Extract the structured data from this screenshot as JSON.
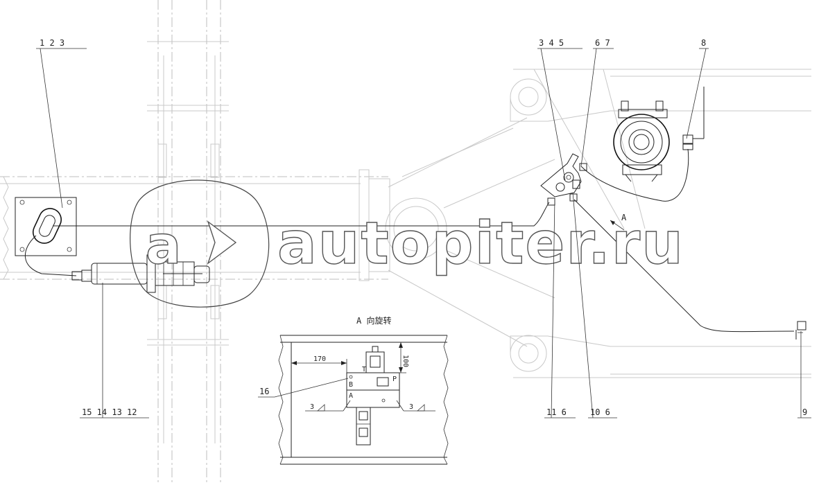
{
  "labels": {
    "group_left_top": "1 2 3",
    "group_mid_top": "3 4 5",
    "group_right_top": "6 7",
    "item_8": "8",
    "group_left_bottom": "15 14 13 12",
    "group_11_6": "11 6",
    "group_10_6": "10 6",
    "item_9": "9",
    "view_a": "A",
    "item_16": "16"
  },
  "detail_view": {
    "title": "A 向旋转",
    "dim_width": "170",
    "dim_height": "100",
    "port_t": "T",
    "port_b": "B",
    "port_a": "A",
    "port_p": "P",
    "weld_left": "3",
    "weld_right": "3"
  },
  "watermark": {
    "symbol": "a",
    "text": "autopiter.ru"
  }
}
